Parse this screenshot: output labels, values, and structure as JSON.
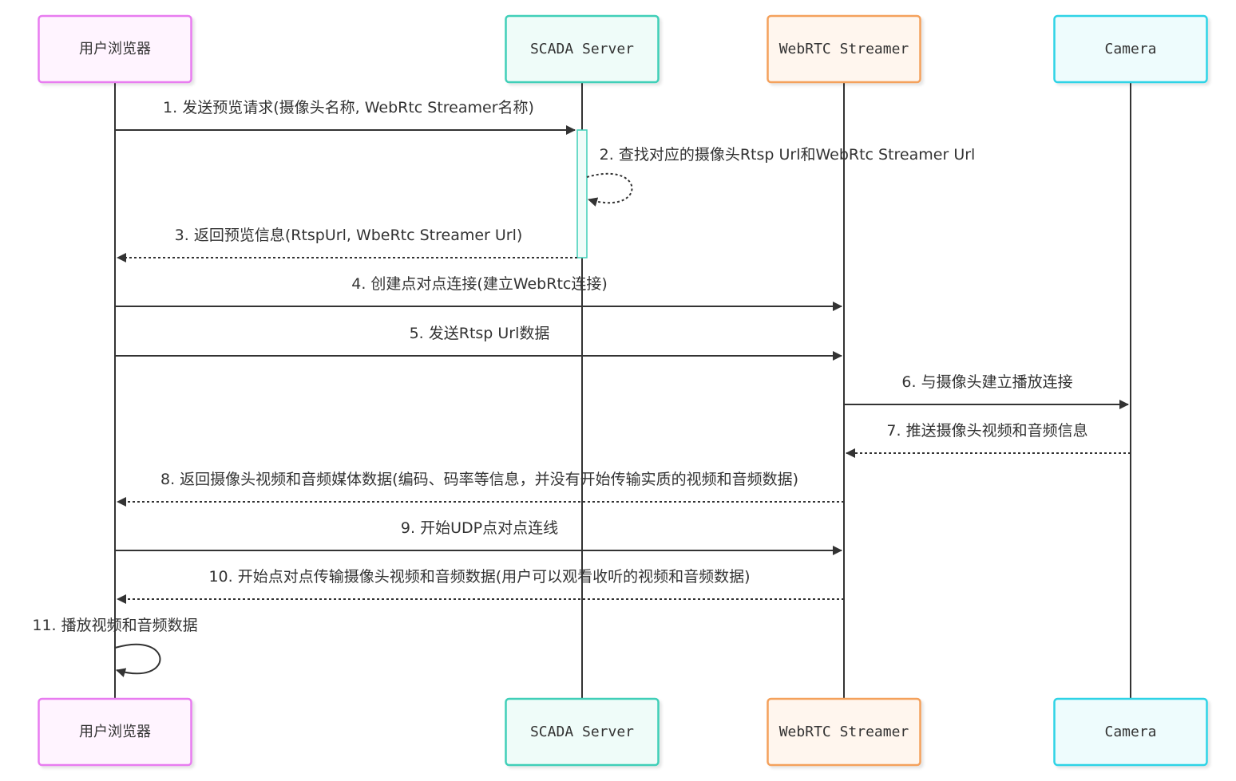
{
  "participants": [
    {
      "id": "browser",
      "label": "用户浏览器",
      "fill": "#fff4ff",
      "stroke": "#e87cf0"
    },
    {
      "id": "scada",
      "label": "SCADA Server",
      "fill": "#effcf9",
      "stroke": "#3fcfb8"
    },
    {
      "id": "webrtc",
      "label": "WebRTC Streamer",
      "fill": "#fff6ee",
      "stroke": "#f4a15c"
    },
    {
      "id": "camera",
      "label": "Camera",
      "fill": "#eefcfd",
      "stroke": "#2fd3e6"
    }
  ],
  "messages": [
    {
      "from": "browser",
      "to": "scada",
      "style": "solid",
      "text": "1. 发送预览请求(摄像头名称, WebRtc Streamer名称)"
    },
    {
      "from": "scada",
      "to": "scada",
      "style": "dotted",
      "text": "2. 查找对应的摄像头Rtsp Url和WebRtc Streamer Url"
    },
    {
      "from": "scada",
      "to": "browser",
      "style": "dotted",
      "text": "3. 返回预览信息(RtspUrl, WbeRtc Streamer Url)"
    },
    {
      "from": "browser",
      "to": "webrtc",
      "style": "solid",
      "text": "4. 创建点对点连接(建立WebRtc连接)"
    },
    {
      "from": "browser",
      "to": "webrtc",
      "style": "solid",
      "text": "5. 发送Rtsp Url数据"
    },
    {
      "from": "webrtc",
      "to": "camera",
      "style": "solid",
      "text": "6. 与摄像头建立播放连接"
    },
    {
      "from": "camera",
      "to": "webrtc",
      "style": "dotted",
      "text": "7. 推送摄像头视频和音频信息"
    },
    {
      "from": "webrtc",
      "to": "browser",
      "style": "dotted",
      "text": "8. 返回摄像头视频和音频媒体数据(编码、码率等信息，并没有开始传输实质的视频和音频数据)"
    },
    {
      "from": "browser",
      "to": "webrtc",
      "style": "solid",
      "text": "9. 开始UDP点对点连线"
    },
    {
      "from": "webrtc",
      "to": "browser",
      "style": "dotted",
      "text": "10. 开始点对点传输摄像头视频和音频数据(用户可以观看收听的视频和音频数据)"
    },
    {
      "from": "browser",
      "to": "browser",
      "style": "solid",
      "text": "11. 播放视频和音频数据"
    }
  ],
  "activations": [
    {
      "participant": "scada",
      "from_message": 0,
      "to_message": 2
    }
  ],
  "colors": {
    "line": "#333333",
    "activation_fill": "#effcf9",
    "activation_stroke": "#3fcfb8",
    "text": "#333333"
  }
}
